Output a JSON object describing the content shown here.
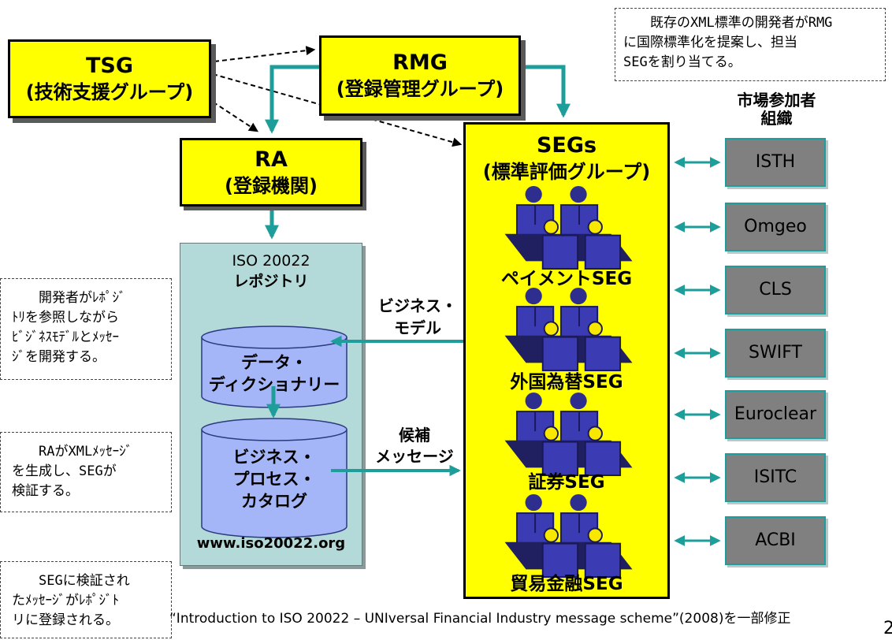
{
  "tsg": {
    "title": "TSG",
    "subtitle": "(技術支援グループ)"
  },
  "rmg": {
    "title": "RMG",
    "subtitle": "(登録管理グループ)"
  },
  "ra": {
    "title": "RA",
    "subtitle": "(登録機関)"
  },
  "segs": {
    "title": "SEGs",
    "subtitle": "(標準評価グループ)",
    "groups": [
      "ペイメントSEG",
      "外国為替SEG",
      "証券SEG",
      "貿易金融SEG"
    ]
  },
  "repository": {
    "title": "ISO 20022",
    "subtitle": "レポジトリ",
    "url": "www.iso20022.org",
    "dictionary": {
      "line1": "データ・",
      "line2": "ディクショナリー"
    },
    "catalog": {
      "line1": "ビジネス・",
      "line2": "プロセス・",
      "line3": "カタログ"
    }
  },
  "flows": {
    "business_model": {
      "line1": "ビジネス・",
      "line2": "モデル"
    },
    "candidate_message": {
      "line1": "候補",
      "line2": "メッセージ"
    }
  },
  "participants": {
    "header_line1": "市場参加者",
    "header_line2": "組織",
    "items": [
      "ISTH",
      "Omgeo",
      "CLS",
      "SWIFT",
      "Euroclear",
      "ISITC",
      "ACBI"
    ]
  },
  "notes": {
    "top_right": {
      "line1": "既存のXML標準の開発者がRMG",
      "line2": "に国際標準化を提案し、担当",
      "line3": "SEGを割り当てる。"
    },
    "developer": {
      "line1": "開発者がﾚﾎﾟｼﾞ",
      "line2": "ﾄﾘを参照しながら",
      "line3": "ﾋﾞｼﾞﾈｽﾓﾃﾞﾙとﾒｯｾｰ",
      "line4": "ｼﾞを開発する。"
    },
    "ra_generate": {
      "line1": "RAがXMLﾒｯｾｰｼﾞ",
      "line2": "を生成し、SEGが",
      "line3": "検証する。"
    },
    "registered": {
      "line1": "SEGに検証され",
      "line2": "たﾒｯｾｰｼﾞがﾚﾎﾟｼﾞﾄ",
      "line3": "リに登録される。"
    }
  },
  "footer": {
    "citation": "“Introduction to ISO 20022 – UNIversal Financial Industry message scheme”(2008)を一部修正",
    "page_number": "2"
  },
  "colors": {
    "box_yellow": "#ffff00",
    "teal": "#1e9e9a",
    "repository_fill": "#b3d9d9",
    "participant_fill": "#808080",
    "cylinder_fill": "#a4b6f7"
  }
}
